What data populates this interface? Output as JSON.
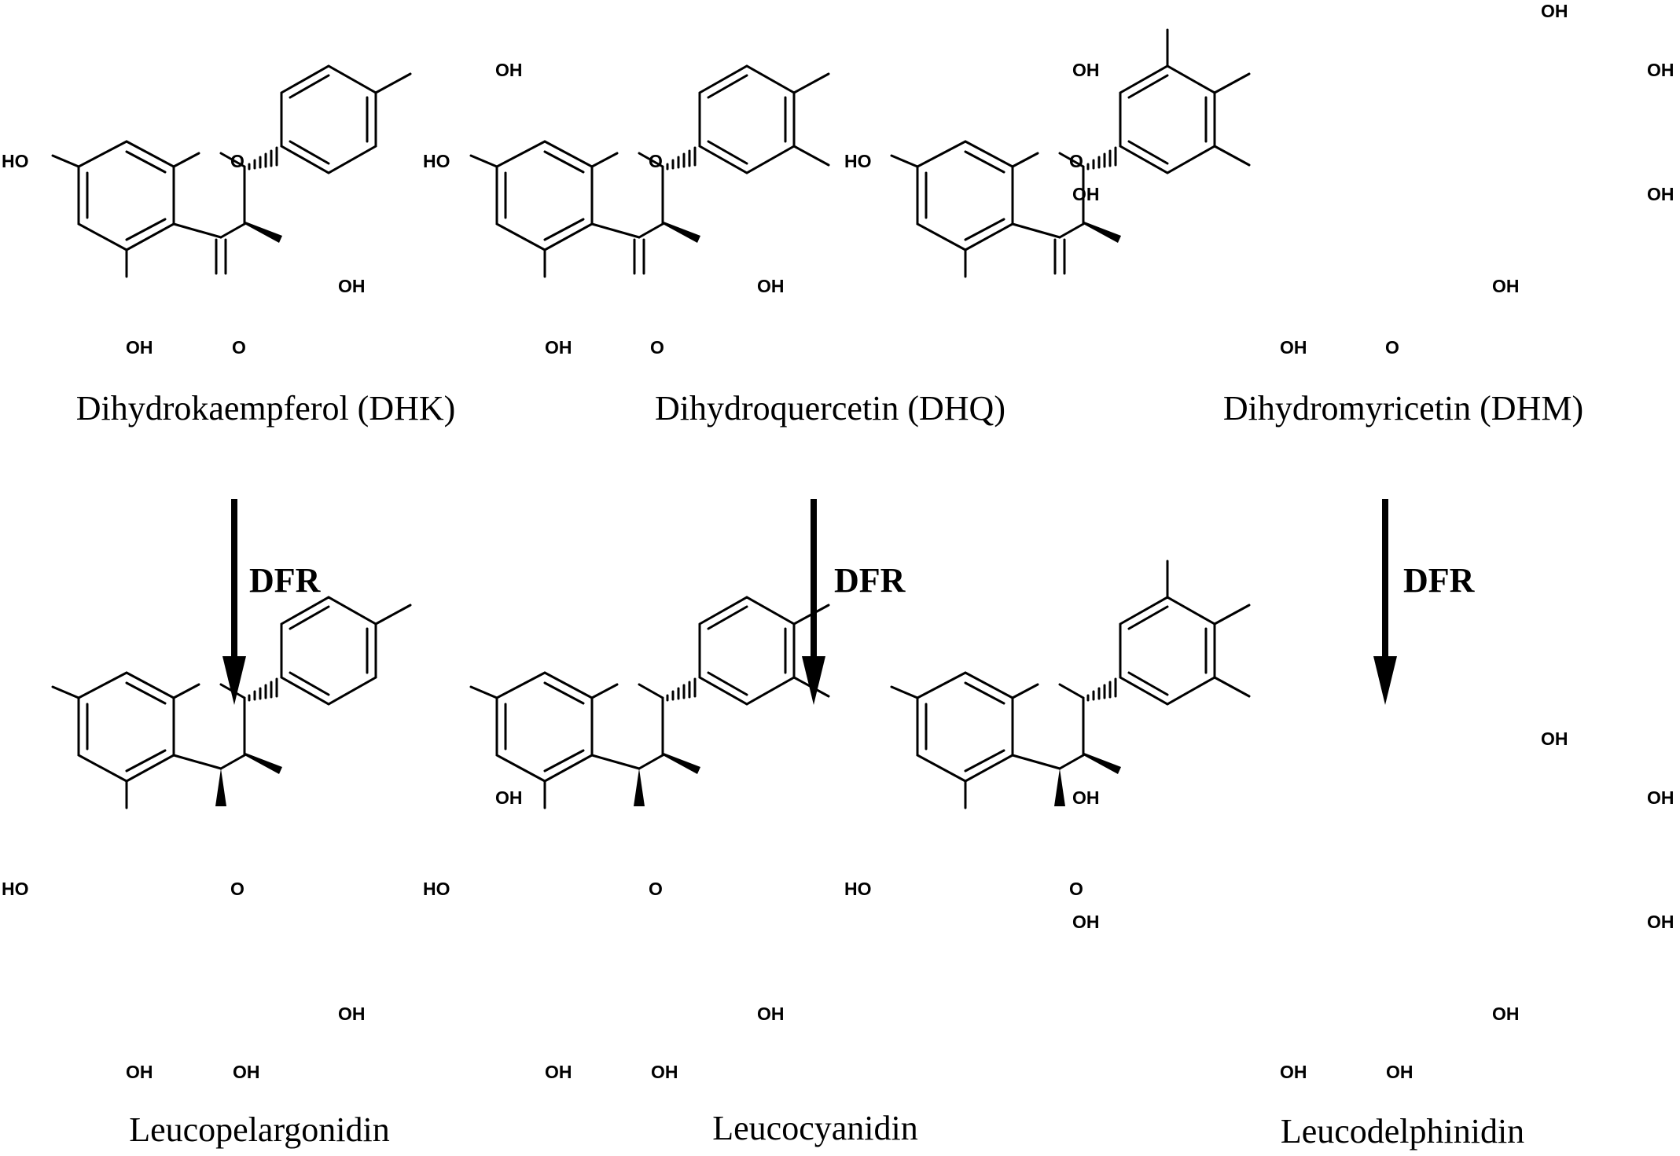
{
  "atoms": {
    "ho": "HO",
    "oh": "OH",
    "o": "O"
  },
  "compounds": [
    {
      "name": "Dihydrokaempferol (DHK)",
      "ring_b_oh": [
        "4'"
      ],
      "c_ring": "ketone"
    },
    {
      "name": "Dihydroquercetin (DHQ)",
      "ring_b_oh": [
        "3'",
        "4'"
      ],
      "c_ring": "ketone"
    },
    {
      "name": "Dihydromyricetin (DHM)",
      "ring_b_oh": [
        "3'",
        "4'",
        "5'"
      ],
      "c_ring": "ketone"
    },
    {
      "name": "Leucopelargonidin",
      "ring_b_oh": [
        "4'"
      ],
      "c_ring": "diol"
    },
    {
      "name": "Leucocyanidin",
      "ring_b_oh": [
        "3'",
        "4'"
      ],
      "c_ring": "diol"
    },
    {
      "name": "Leucodelphinidin",
      "ring_b_oh": [
        "3'",
        "4'",
        "5'"
      ],
      "c_ring": "diol"
    }
  ],
  "reactions": [
    {
      "enzyme": "DFR",
      "from": 0,
      "to": 3
    },
    {
      "enzyme": "DFR",
      "from": 1,
      "to": 4
    },
    {
      "enzyme": "DFR",
      "from": 2,
      "to": 5
    }
  ]
}
